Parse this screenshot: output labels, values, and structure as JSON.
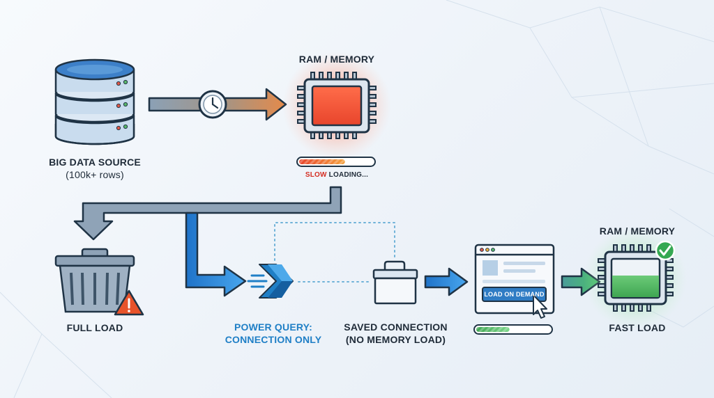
{
  "colors": {
    "outline": "#1f3345",
    "slow_red": "#e8452c",
    "slow_orange": "#f08a3b",
    "fast_green": "#4cb05f",
    "check_green": "#35a852",
    "power_blue": "#1f7fc6",
    "arrow_blue": "#2f8fe0",
    "pipe_gray": "#7d93a7",
    "warning_orange": "#e8532b",
    "database_blue": "#3d80c9"
  },
  "labels": {
    "big_data_source": "BIG DATA SOURCE",
    "rows": "(100k+ rows)",
    "ram_memory_top": "RAM / MEMORY",
    "slow_loading": "SLOW",
    "slow_loading_rest": "LOADING...",
    "full_load": "FULL LOAD",
    "power_query_line1": "POWER QUERY:",
    "power_query_line2": "CONNECTION ONLY",
    "saved_connection_line1": "SAVED CONNECTION",
    "saved_connection_line2": "(NO MEMORY LOAD)",
    "load_on_demand": "LOAD ON DEMAND",
    "ram_memory_right": "RAM / MEMORY",
    "fast_load": "FAST LOAD"
  },
  "progress": {
    "slow_loading_fraction": 0.62,
    "on_demand_fraction": 0.45
  },
  "icons": {
    "database": "database-icon",
    "clock": "clock-icon",
    "cpu_slow": "memory-chip-icon",
    "trash": "trash-bin-icon",
    "warning": "warning-icon",
    "power_query": "power-query-icon",
    "briefcase": "briefcase-icon",
    "window": "browser-window-icon",
    "cursor": "mouse-cursor-icon",
    "cpu_fast": "memory-chip-icon",
    "check": "check-icon"
  }
}
